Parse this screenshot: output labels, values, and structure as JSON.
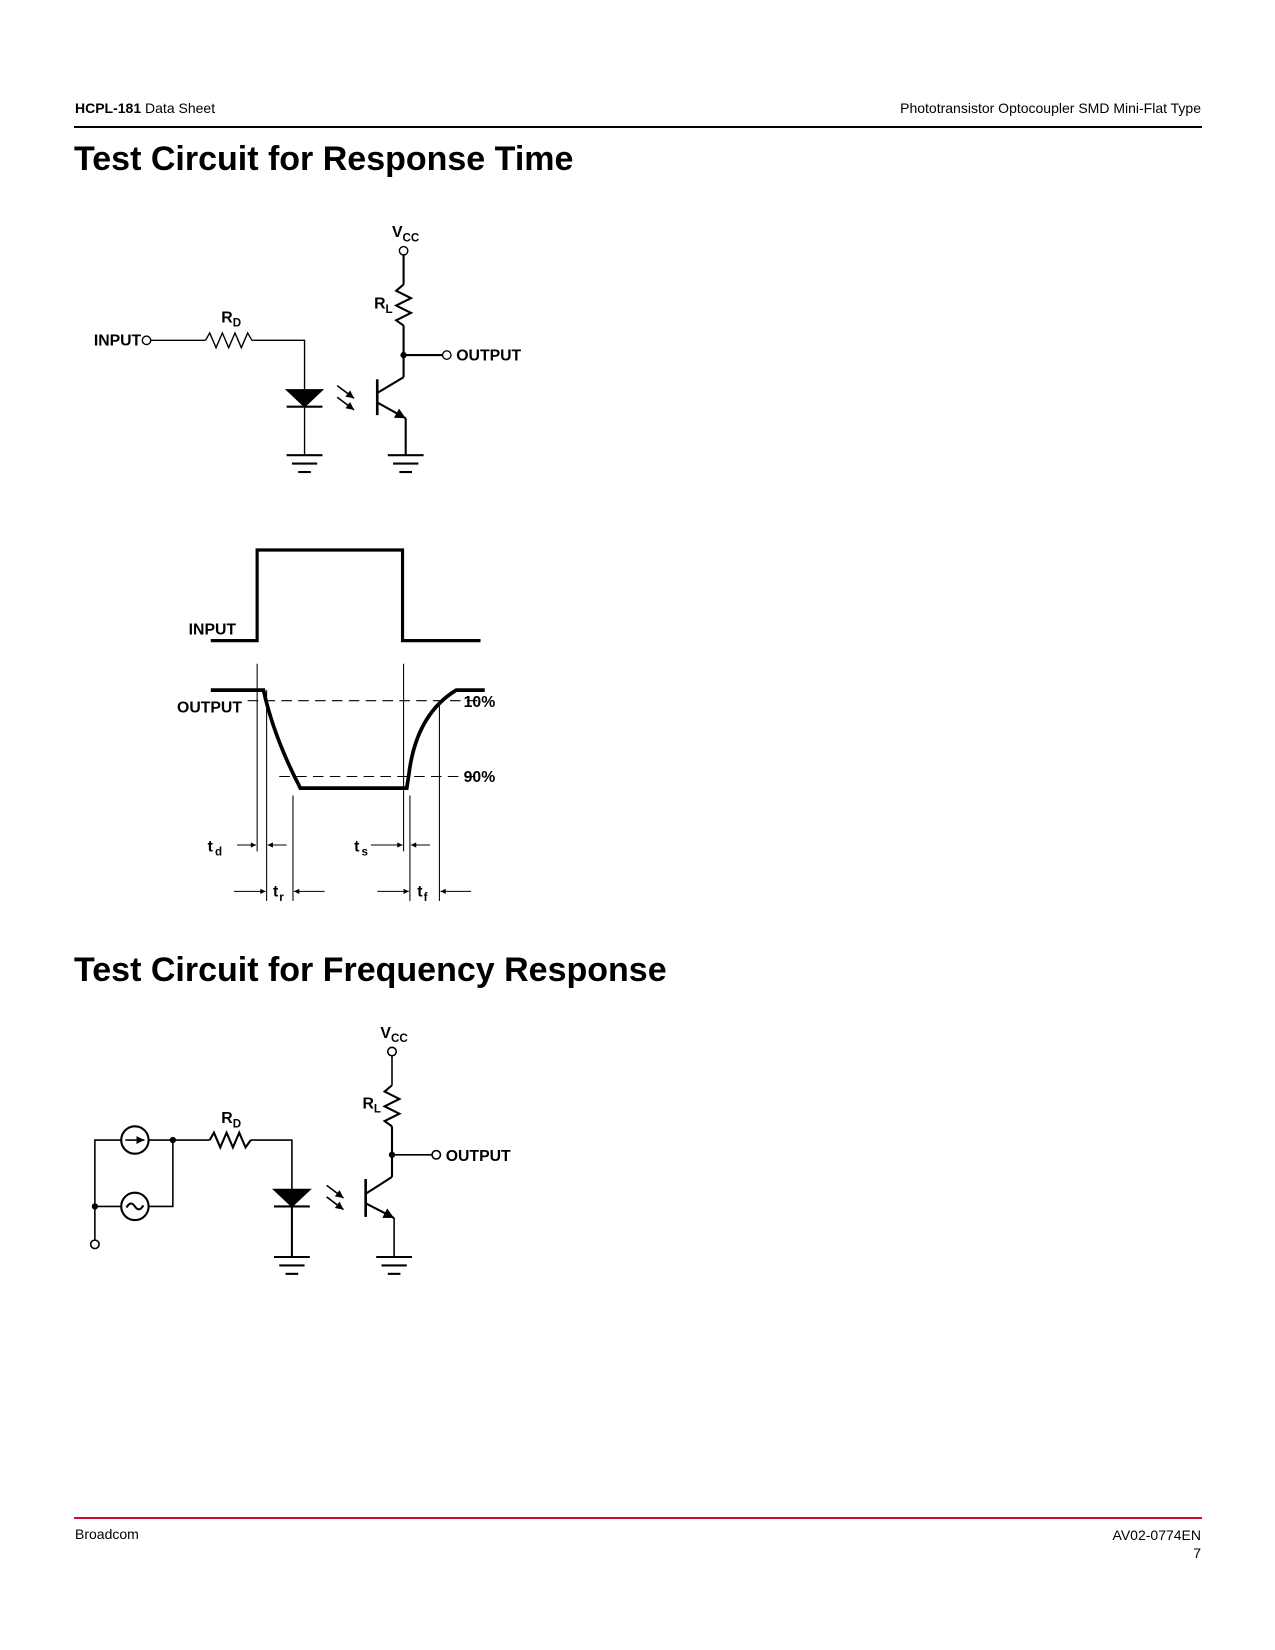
{
  "header": {
    "product": "HCPL-181",
    "doc_type": "Data Sheet",
    "subtitle": "Phototransistor Optocoupler SMD Mini-Flat Type"
  },
  "sections": [
    {
      "title": "Test Circuit for Response Time"
    },
    {
      "title": "Test Circuit for Frequency Response"
    }
  ],
  "circuit1": {
    "input": "INPUT",
    "output": "OUTPUT",
    "rd": "R",
    "rd_sub": "D",
    "rl": "R",
    "rl_sub": "L",
    "vcc": "V",
    "vcc_sub": "CC"
  },
  "waveform": {
    "input": "INPUT",
    "output": "OUTPUT",
    "level_10": "10%",
    "level_90": "90%",
    "td": "t",
    "td_sub": "d",
    "ts": "t",
    "ts_sub": "s",
    "tr": "t",
    "tr_sub": "r",
    "tf": "t",
    "tf_sub": "f"
  },
  "circuit2": {
    "output": "OUTPUT",
    "rd": "R",
    "rd_sub": "D",
    "rl": "R",
    "rl_sub": "L",
    "vcc": "V",
    "vcc_sub": "CC"
  },
  "footer": {
    "company": "Broadcom",
    "doc_number": "AV02-0774EN",
    "page": "7"
  }
}
